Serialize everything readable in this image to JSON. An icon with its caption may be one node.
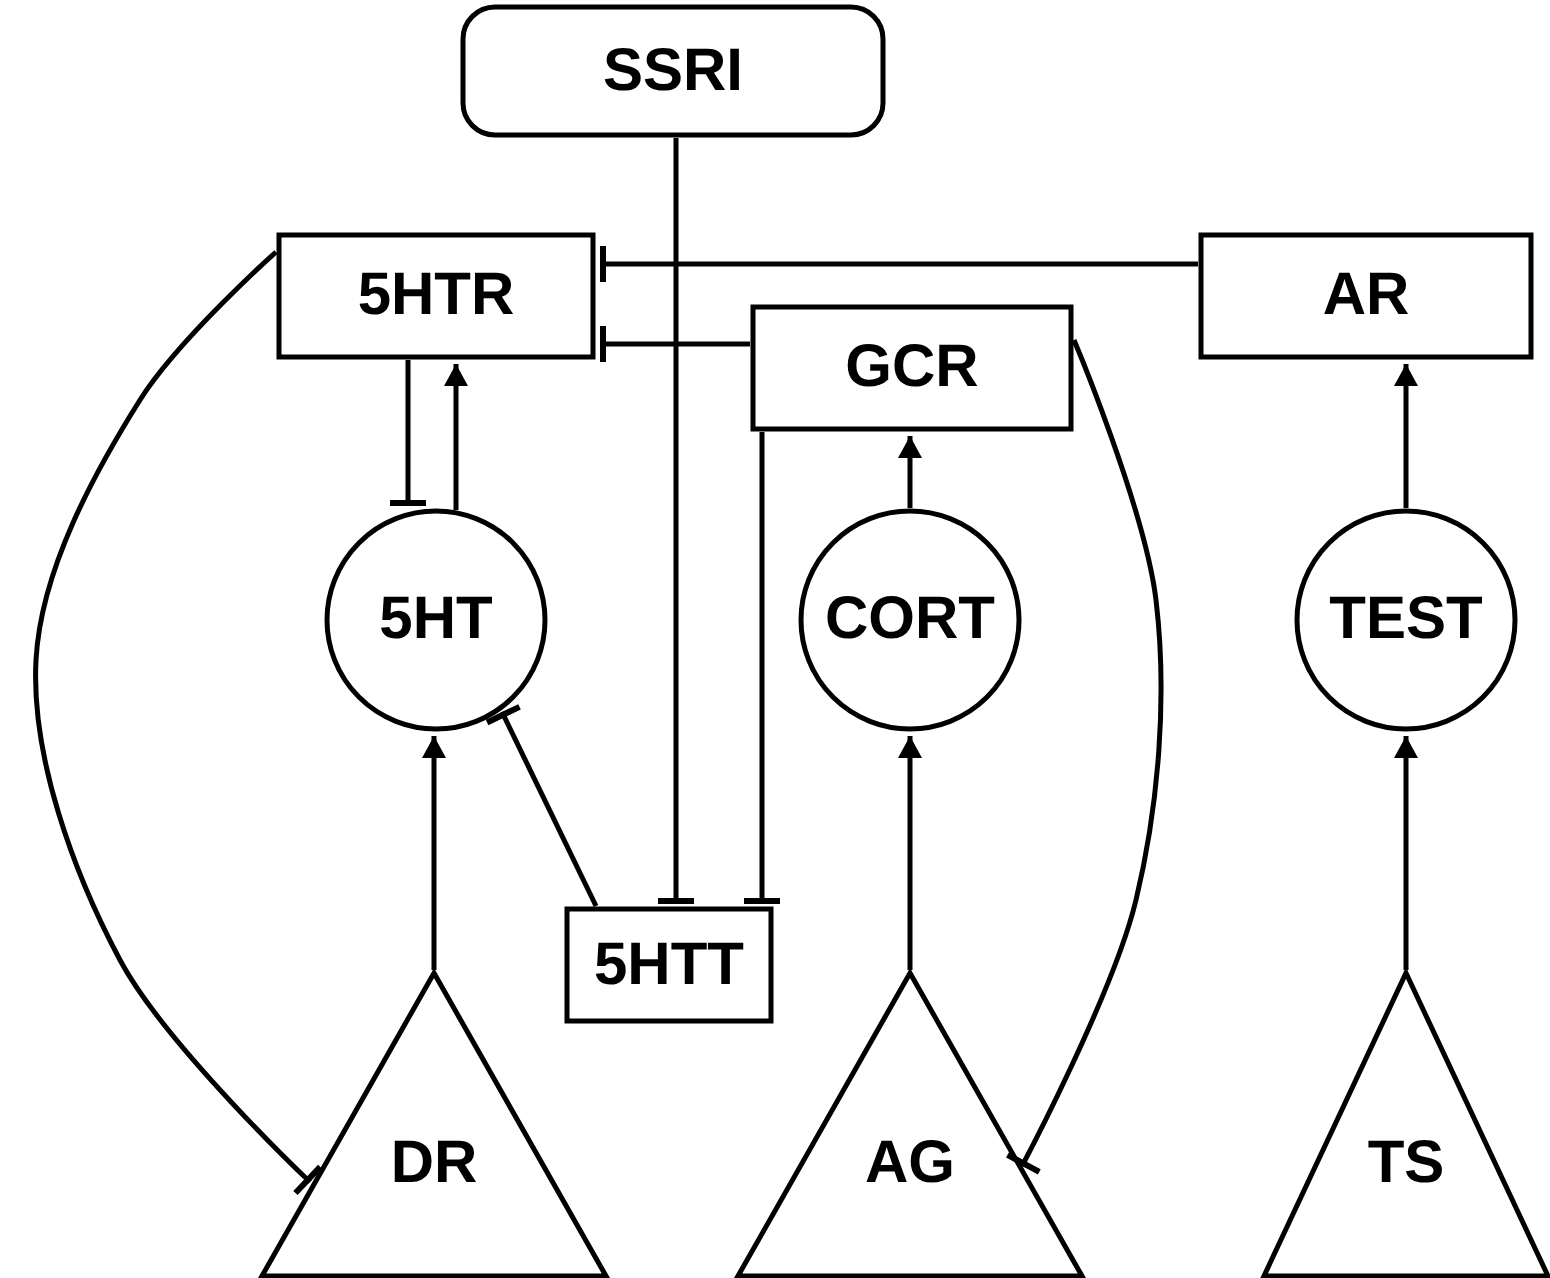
{
  "diagram": {
    "nodes": [
      {
        "text": [
          "SSRI"
        ]
      },
      {
        "text": [
          "5HTR"
        ]
      },
      {
        "text": [
          "AR"
        ]
      },
      {
        "text": [
          "GCR"
        ]
      },
      {
        "text": [
          "5HT"
        ]
      },
      {
        "text": [
          "CORT"
        ]
      },
      {
        "text": [
          "TEST"
        ]
      },
      {
        "text": [
          "5HTT"
        ]
      },
      {
        "text": [
          "DR"
        ]
      },
      {
        "text": [
          "AG"
        ]
      },
      {
        "text": [
          "TS"
        ]
      }
    ],
    "edges": [
      {
        "from": 0,
        "to": 7,
        "arrow": "other"
      },
      {
        "from": 2,
        "to": 1,
        "arrow": "other"
      },
      {
        "from": 3,
        "to": 1,
        "arrow": "other"
      },
      {
        "from": 3,
        "to": 7,
        "arrow": "other"
      },
      {
        "from": 1,
        "to": 4,
        "arrow": "other"
      },
      {
        "from": 4,
        "to": 1,
        "arrow": "to"
      },
      {
        "from": 7,
        "to": 4,
        "arrow": "other"
      },
      {
        "from": 8,
        "to": 4,
        "arrow": "to"
      },
      {
        "from": 5,
        "to": 3,
        "arrow": "to"
      },
      {
        "from": 9,
        "to": 5,
        "arrow": "to"
      },
      {
        "from": 6,
        "to": 2,
        "arrow": "to"
      },
      {
        "from": 10,
        "to": 6,
        "arrow": "to"
      },
      {
        "from": 1,
        "to": 8,
        "arrow": "other"
      },
      {
        "from": 3,
        "to": 9,
        "arrow": "other"
      }
    ]
  }
}
